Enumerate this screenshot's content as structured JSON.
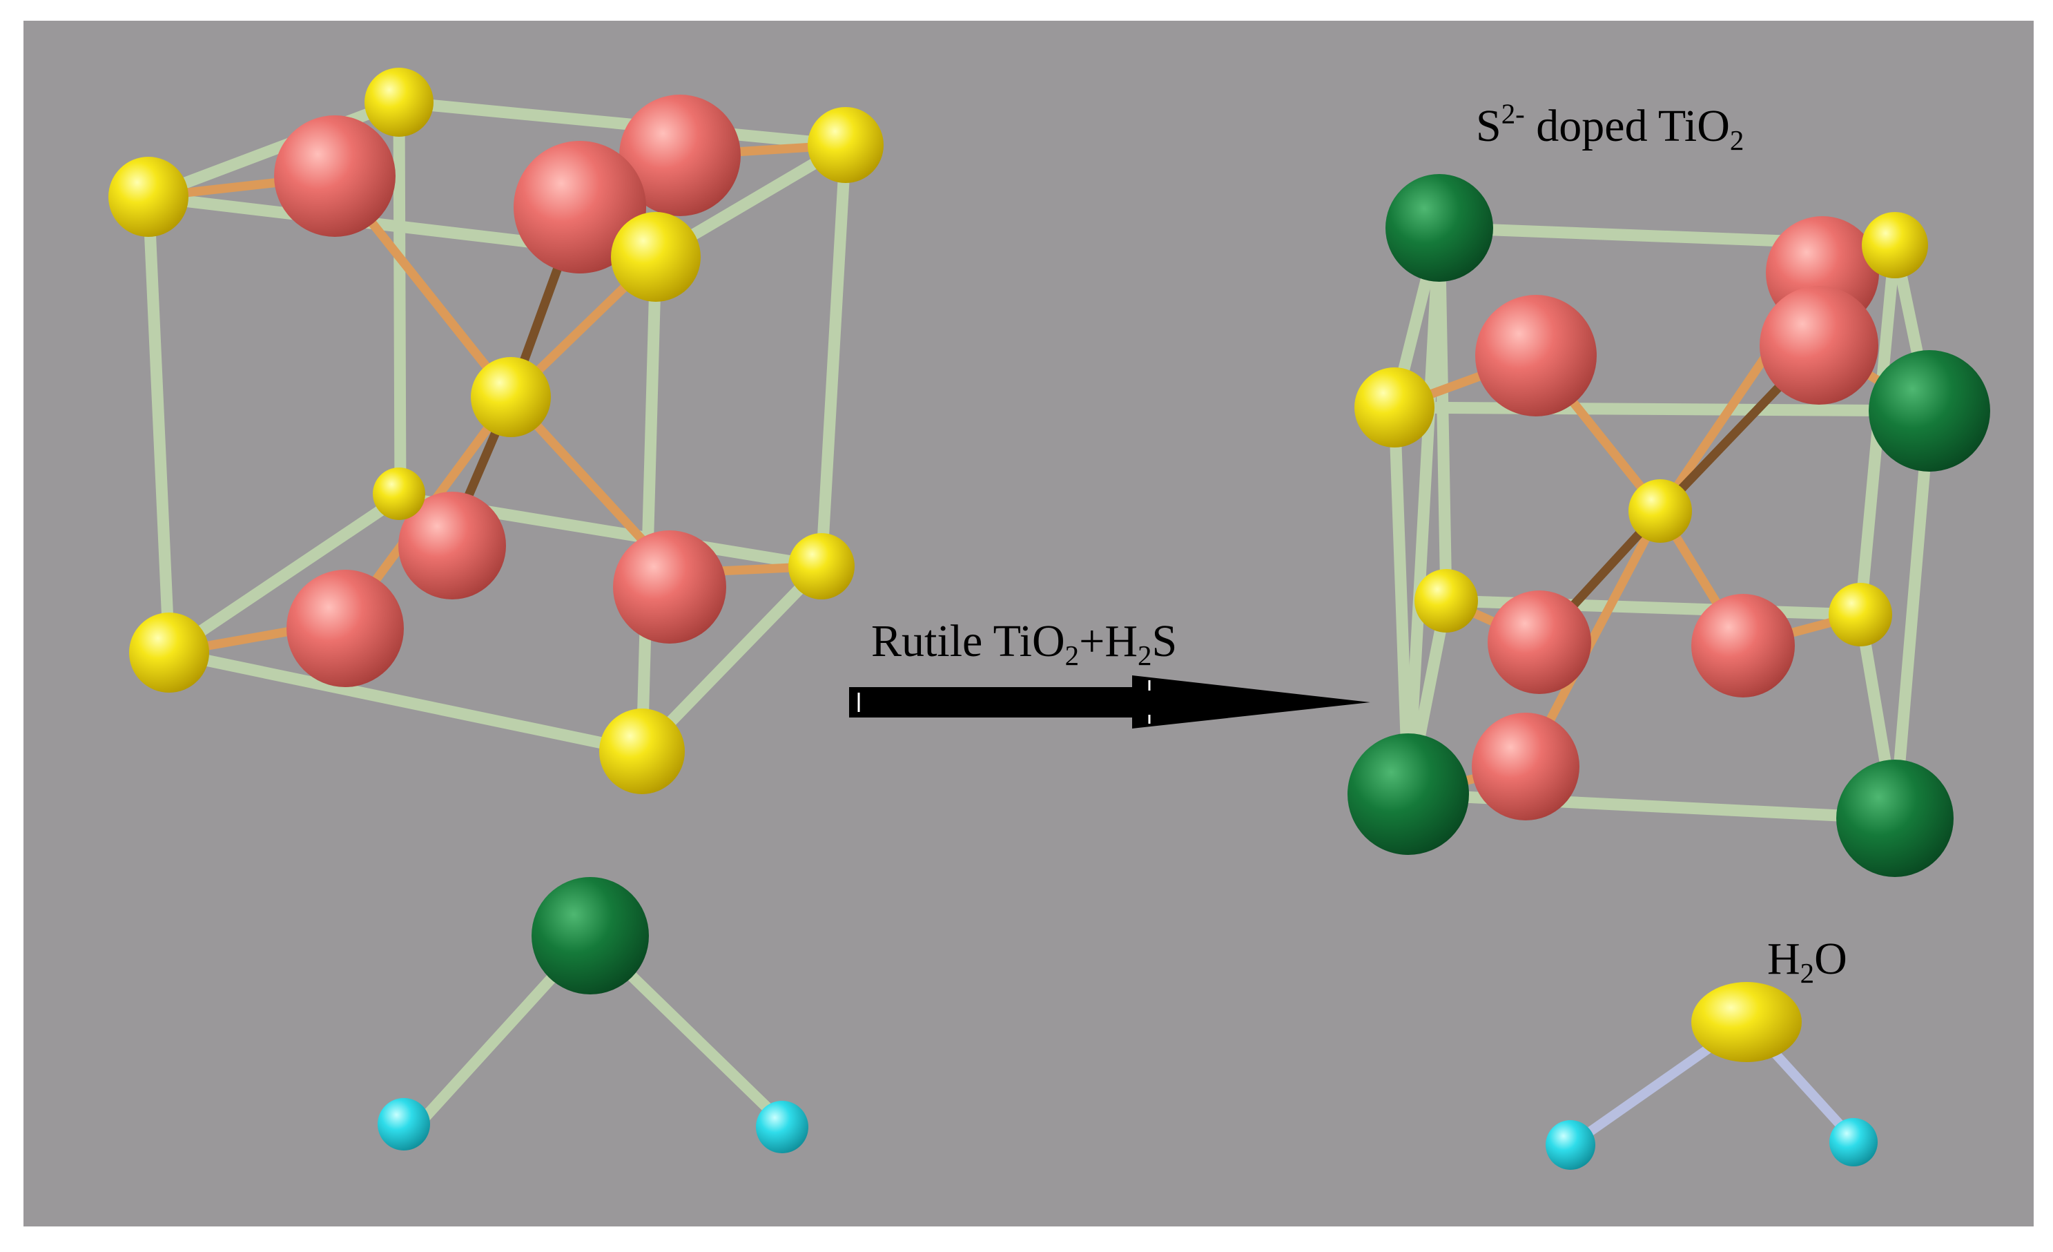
{
  "labels": {
    "reaction": {
      "t1": "Rutile TiO",
      "s1": "2",
      "t2": "+H",
      "s2": "2",
      "t3": "S"
    },
    "product": {
      "t1": "S",
      "sup": "2-",
      "t2": " doped TiO",
      "sub": "2"
    },
    "water": {
      "t1": "H",
      "sub": "2",
      "t2": "O"
    }
  },
  "colors": {
    "background": "#9a989a",
    "frame": "#ffffff",
    "bond_frame": "#bcd0ab",
    "bond_inner": "#dc9a58",
    "bond_inner_dark": "#7a5028",
    "bond_water": "#b8bfe0",
    "atom_yellow": "#f2dc0c",
    "atom_red": "#ea6e6a",
    "atom_green": "#157a3a",
    "atom_cyan": "#2fdcea",
    "arrow": "#000000"
  },
  "legend_atoms": [
    "yellow-atom",
    "red-atom",
    "green-atom",
    "cyan-atom"
  ],
  "arrow_direction": "right"
}
